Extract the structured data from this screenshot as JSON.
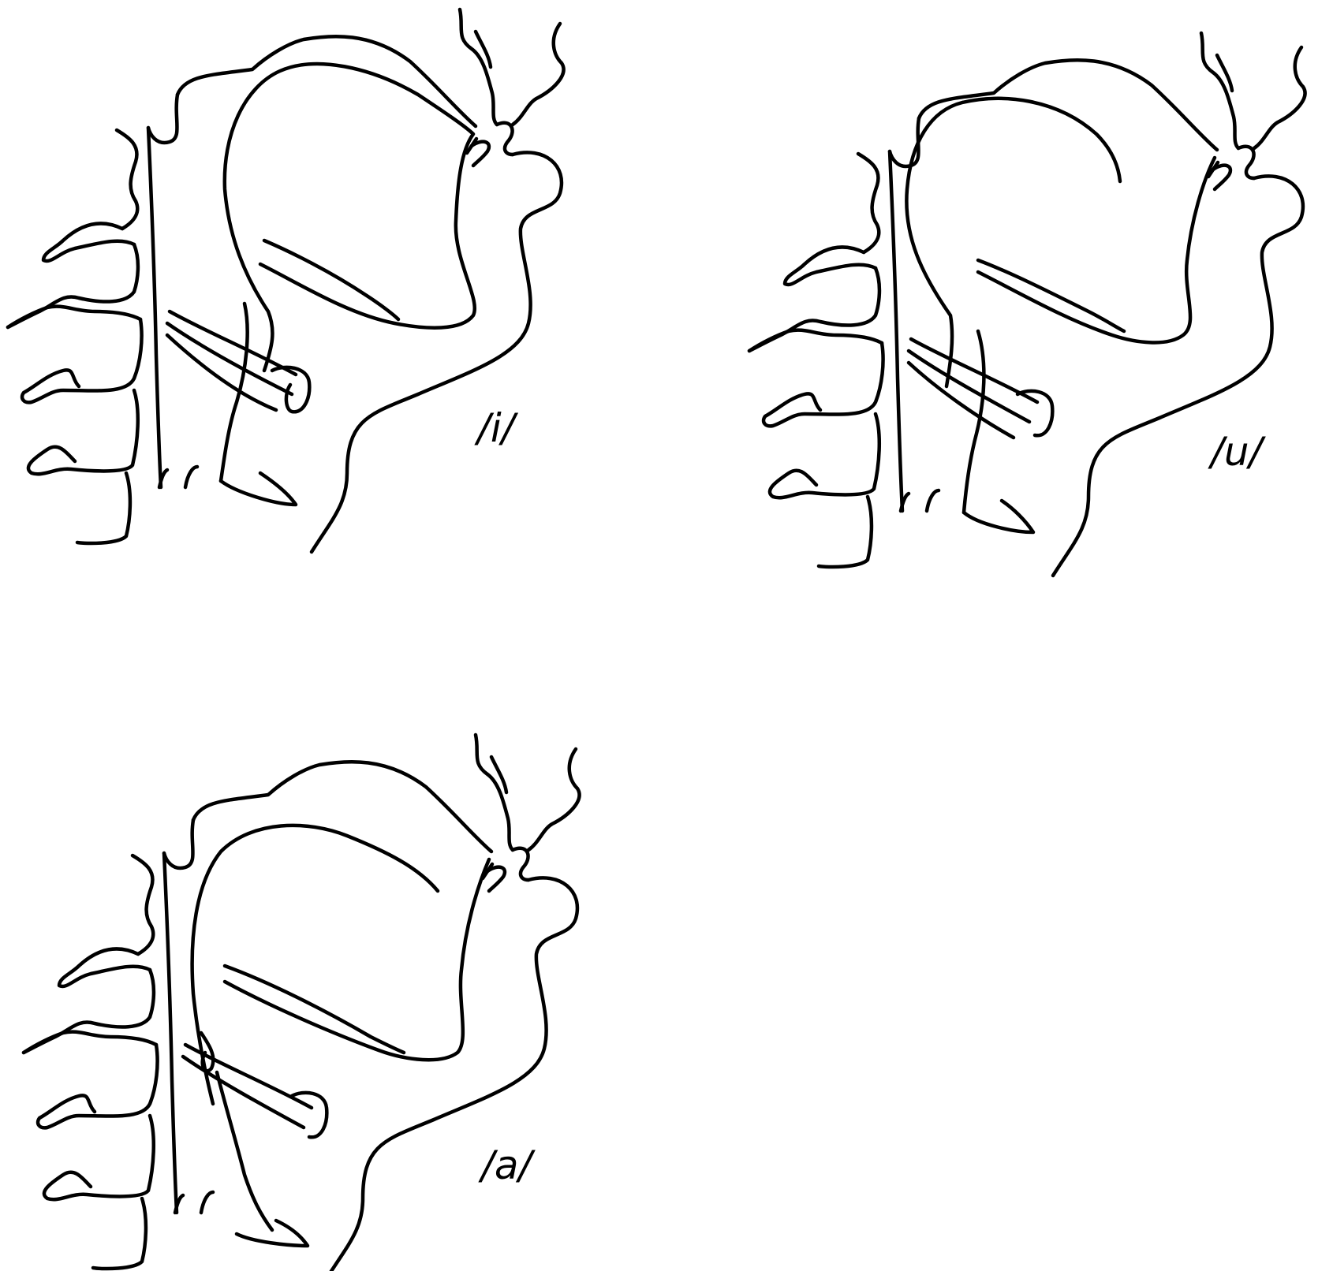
{
  "figure": {
    "panels": [
      {
        "label": "/i/"
      },
      {
        "label": "/u/"
      },
      {
        "label": "/a/"
      }
    ]
  },
  "colors": {
    "line": "#000000",
    "background": "#ffffff"
  }
}
